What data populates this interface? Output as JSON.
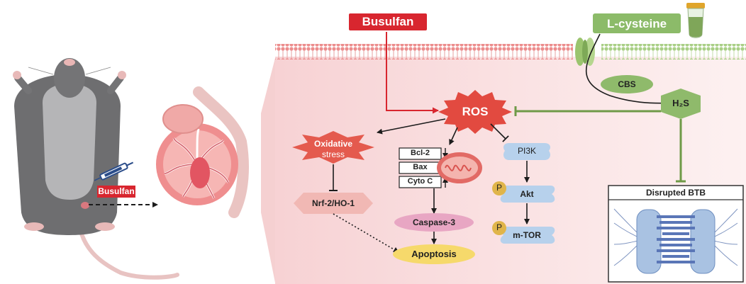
{
  "drugs": {
    "busulfan_top": "Busulfan",
    "busulfan_mouse": "Busulfan",
    "l_cysteine": "L-cysteine"
  },
  "nodes": {
    "ros": "ROS",
    "oxidative_line1": "Oxidative",
    "oxidative_line2": "stress",
    "nrf2": "Nrf-2/HO-1",
    "bcl2": "Bcl-2",
    "bax": "Bax",
    "cytoc": "Cyto C",
    "caspase3": "Caspase-3",
    "apoptosis": "Apoptosis",
    "pi3k": "PI3K",
    "akt": "Akt",
    "mtor": "m-TOR",
    "phospho": "P",
    "cbs": "CBS",
    "h2s": "H₂S",
    "btb_title": "Disrupted BTB"
  },
  "colors": {
    "busulfan_red": "#d8262f",
    "green": "#8db86b",
    "pink_bg": "#fbe3e3",
    "ros_red": "#e04a42",
    "apoptosis_yellow": "#f6d96b",
    "caspase_pink": "#e7a6c4",
    "pathway_blue": "#b9d3ee",
    "phospho_gold": "#e0b54a"
  }
}
